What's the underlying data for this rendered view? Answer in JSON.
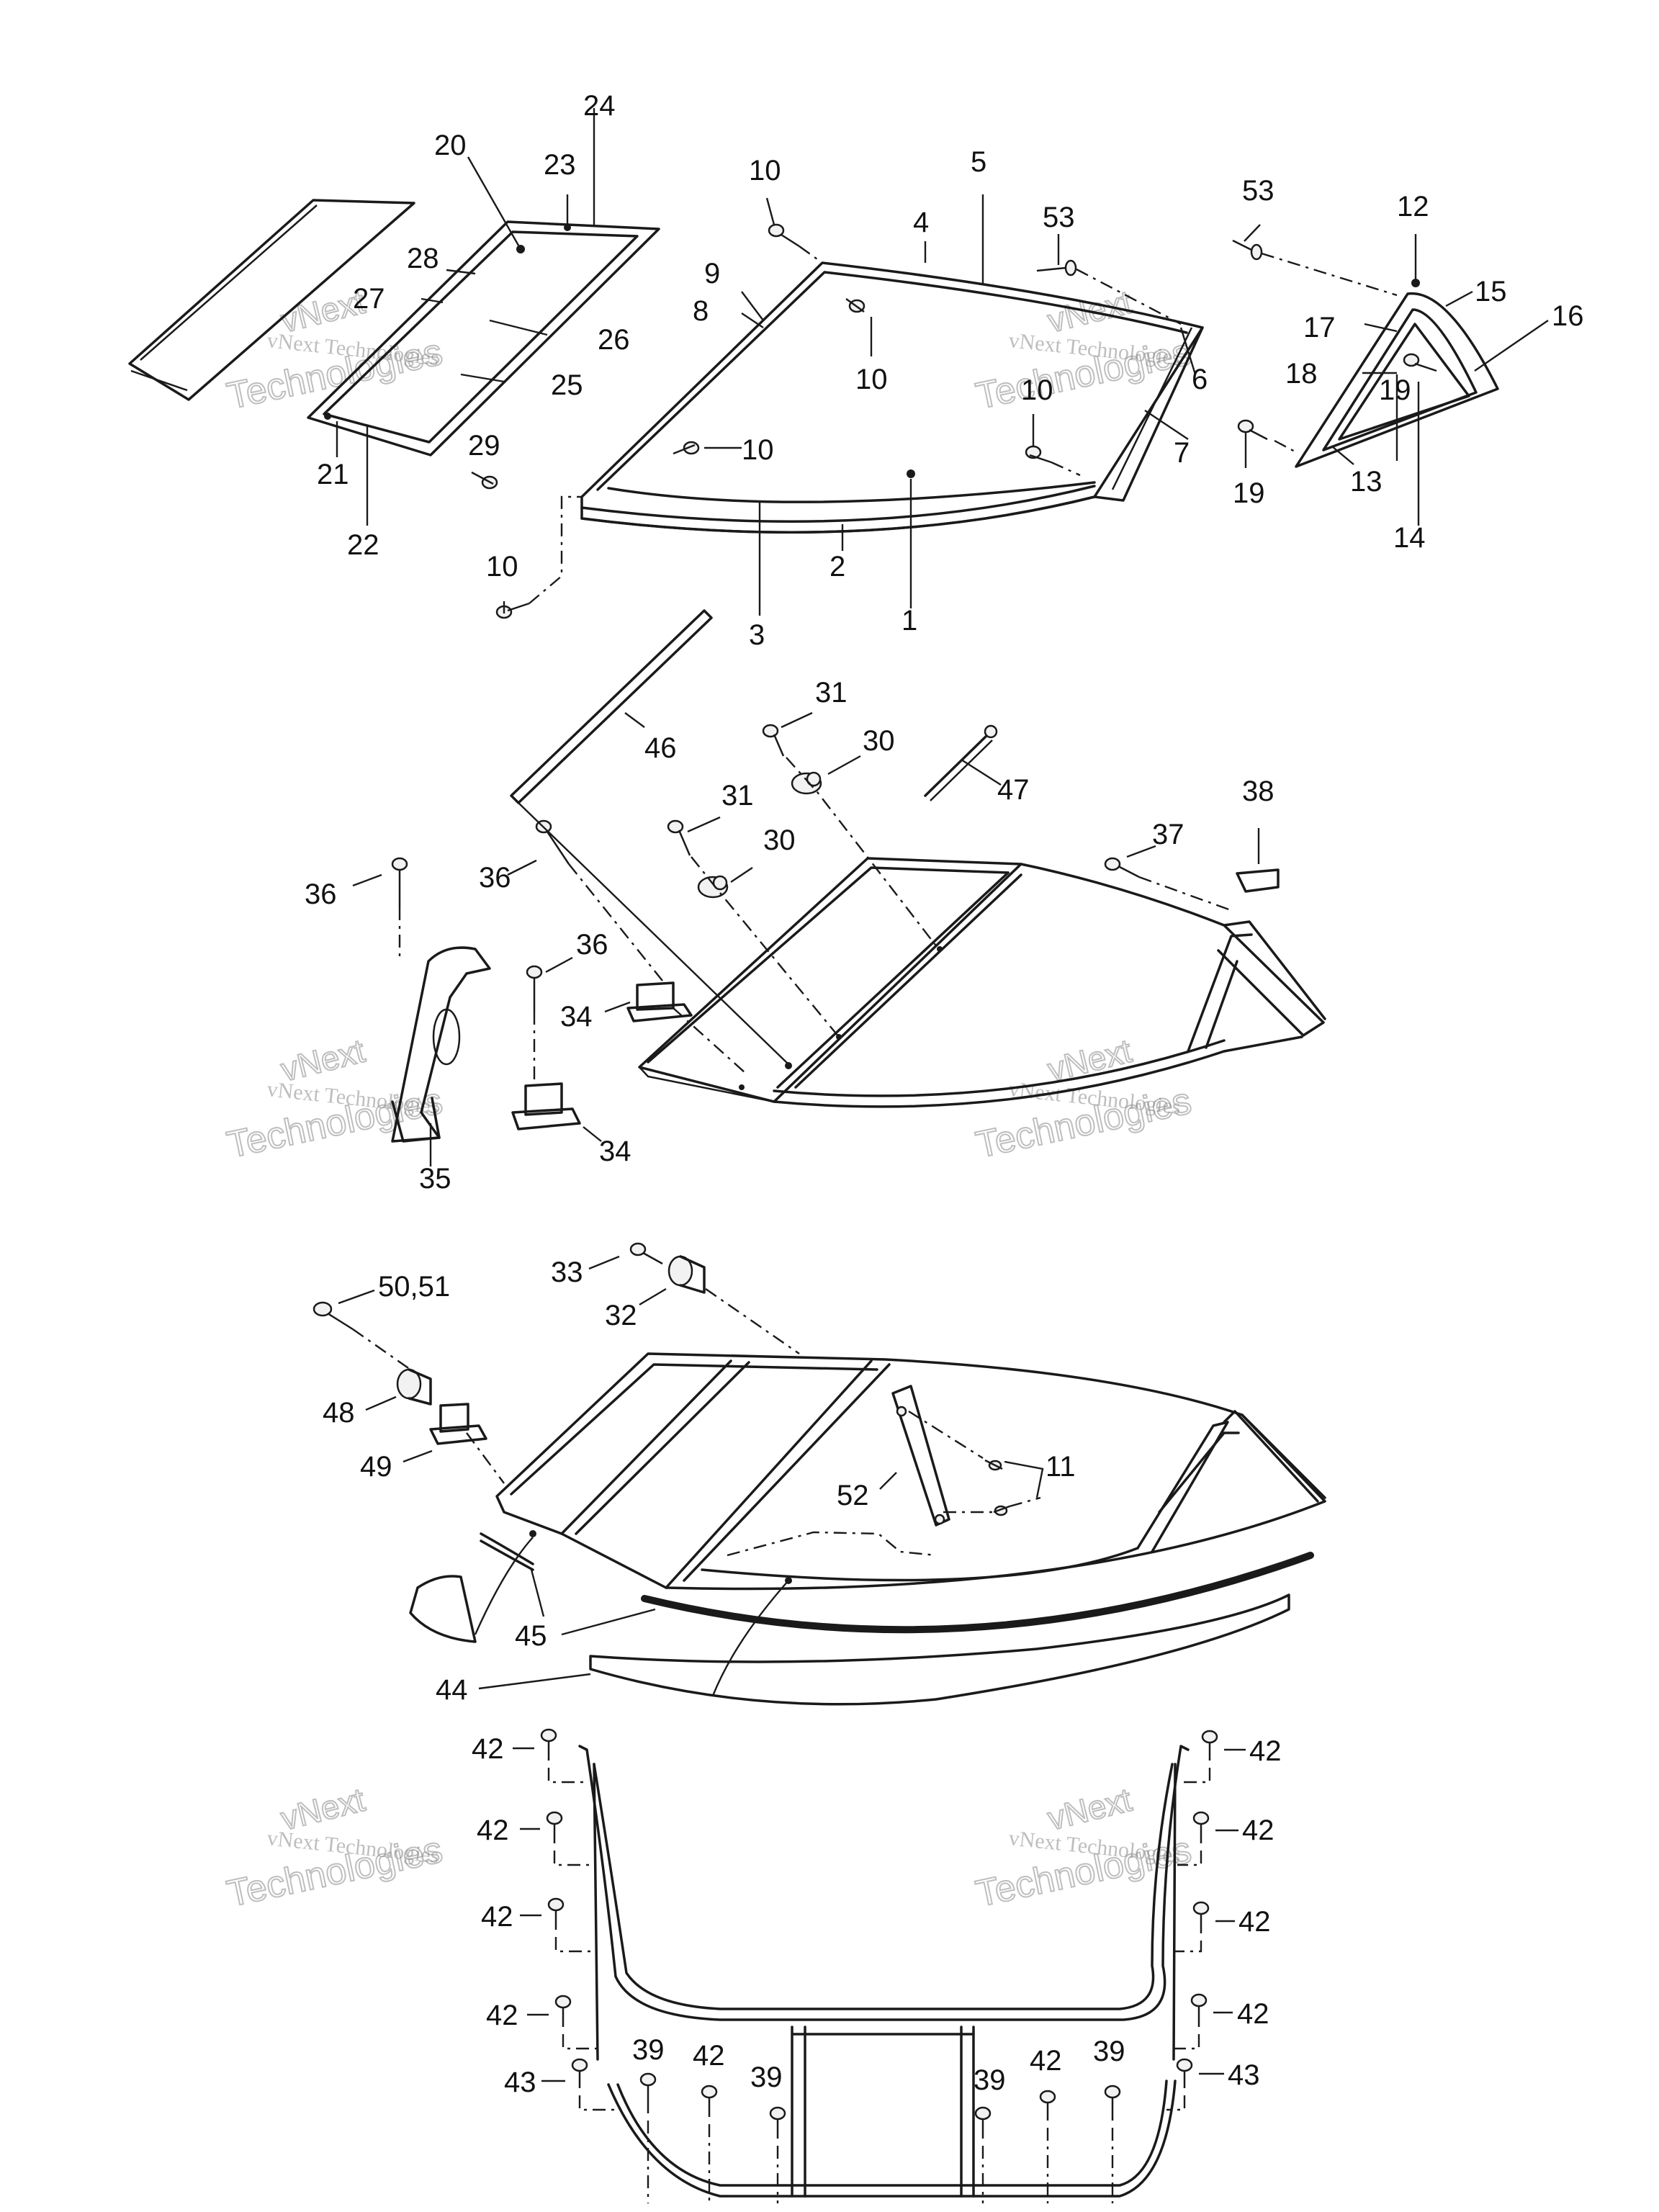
{
  "watermark": {
    "line1": "vNext",
    "line2": "vNext Technologies",
    "line3": "Technologies"
  },
  "callouts": {
    "c1": "1",
    "c2": "2",
    "c3": "3",
    "c4": "4",
    "c5": "5",
    "c6": "6",
    "c7": "7",
    "c8": "8",
    "c9": "9",
    "c10": "10",
    "c11": "11",
    "c12": "12",
    "c13": "13",
    "c14": "14",
    "c15": "15",
    "c16": "16",
    "c17": "17",
    "c18": "18",
    "c19": "19",
    "c20": "20",
    "c21": "21",
    "c22": "22",
    "c23": "23",
    "c24": "24",
    "c25": "25",
    "c26": "26",
    "c27": "27",
    "c28": "28",
    "c29": "29",
    "c30": "30",
    "c31": "31",
    "c32": "32",
    "c33": "33",
    "c34": "34",
    "c35": "35",
    "c36": "36",
    "c37": "37",
    "c38": "38",
    "c39": "39",
    "c42": "42",
    "c43": "43",
    "c44": "44",
    "c45": "45",
    "c46": "46",
    "c47": "47",
    "c48": "48",
    "c49": "49",
    "c50_51": "50,51",
    "c52": "52",
    "c53": "53"
  }
}
